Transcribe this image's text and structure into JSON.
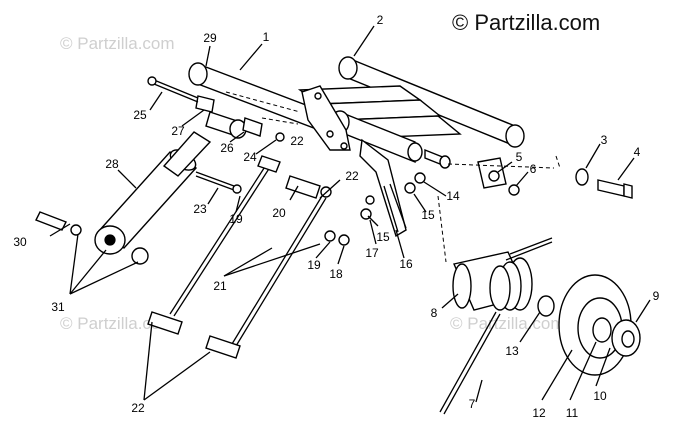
{
  "brand": "© Partzilla.com",
  "watermark": "© Partzilla.com",
  "callouts": [
    "29",
    "1",
    "2",
    "25",
    "27",
    "26",
    "24",
    "22",
    "28",
    "23",
    "19",
    "20",
    "22",
    "3",
    "4",
    "5",
    "6",
    "14",
    "15",
    "15",
    "17",
    "16",
    "19",
    "18",
    "21",
    "30",
    "31",
    "8",
    "9",
    "13",
    "7",
    "12",
    "11",
    "10",
    "22"
  ]
}
